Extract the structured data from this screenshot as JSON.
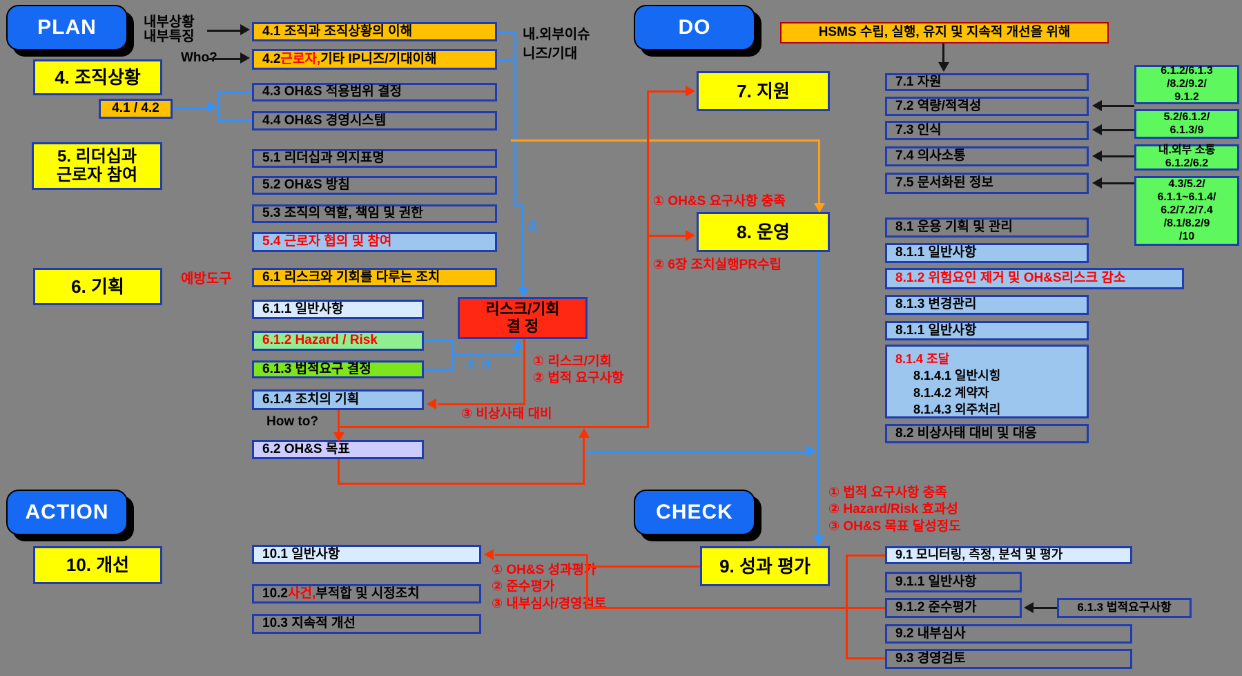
{
  "colors": {
    "background": "#828282",
    "button_blue": "#1569f2",
    "box_border_blue": "#1f3cb0",
    "yellow": "#ffff00",
    "orange": "#ffc000",
    "light_blue": "#9cc6ee",
    "pale_blue": "#d9ecff",
    "light_green": "#90ee90",
    "bright_green": "#7ee41c",
    "side_green": "#5ef75e",
    "lavender": "#ccccfe",
    "risk_red": "#ff2812",
    "line_red": "#ff3000",
    "line_blue": "#2f92ff",
    "line_orange": "#ffa018"
  },
  "titles": {
    "plan": "PLAN",
    "do": "DO",
    "action": "ACTION",
    "check": "CHECK"
  },
  "sections": {
    "s4": "4. 조직상황",
    "s5": "5. 리더십과\n근로자 참여",
    "s6": "6. 기획",
    "s7": "7. 지원",
    "s8": "8. 운영",
    "s9": "9. 성과 평가",
    "s10": "10. 개선"
  },
  "plan_items": {
    "b41": "4.1 조직과 조직상황의 이해",
    "b42": {
      "prefix": "4.2 ",
      "red": "근로자,",
      "rest": " 기타 IP니즈/기대이해"
    },
    "b41_42": "4.1 / 4.2",
    "b43": "4.3 OH&S 적용범위 결정",
    "b44": "4.4 OH&S 경영시스템",
    "b51": "5.1 리더십과 의지표명",
    "b52": "5.2 OH&S 방침",
    "b53": "5.3 조직의 역할, 책임 및 권한",
    "b54": "5.4 근로자 협의 및 참여",
    "b61": "6.1 리스크와 기회를 다루는 조치",
    "b611": "6.1.1 일반사항",
    "b612": "6.1.2 Hazard / Risk",
    "b613": "6.1.3 법적요구 결정",
    "b614": "6.1.4 조치의 기획",
    "b62": "6.2 OH&S 목표",
    "risk_box": "리스크/기회\n결 정"
  },
  "do_items": {
    "hsms": "HSMS 수립, 실행, 유지 및 지속적 개선을 위해",
    "b71": "7.1 자원",
    "b72": "7.2 역량/적격성",
    "b73": "7.3 인식",
    "b74": "7.4 의사소통",
    "b75": "7.5 문서화된 정보",
    "b81": "8.1 운용 기획 및 관리",
    "b811": "8.1.1 일반사항",
    "b812": "8.1.2 위험요인 제거 및 OH&S리스크 감소",
    "b813": "8.1.3 변경관리",
    "b811b": "8.1.1 일반사항",
    "b814": {
      "red": "8.1.4 조달",
      "lines": [
        "8.1.4.1 일반시힝",
        "8.1.4.2 계약자",
        "8.1.4.3 외주처리"
      ]
    },
    "b82": "8.2 비상사태 대비 및 대응",
    "g1": "6.1.2/6.1.3\n/8.2/9.2/\n9.1.2",
    "g2": "5.2/6.1.2/\n6.1.3/9",
    "g3": "내.외부 소통\n6.1.2/6.2",
    "g4": "4.3/5.2/\n6.1.1~6.1.4/\n6.2/7.2/7.4\n/8.1/8.2/9\n/10"
  },
  "check_items": {
    "b91": "9.1 모니터링, 측정, 분석 및 평가",
    "b911": "9.1.1 일반사항",
    "b912": "9.1.2 준수평가",
    "b92": "9.2 내부심사",
    "b93": "9.3 경영검토",
    "b613ref": "6.1.3 법적요구사항"
  },
  "action_items": {
    "b101": "10.1 일반사항",
    "b102": {
      "prefix": "10.2 ",
      "red": "사건,",
      "rest": "부적합 및 시정조치"
    },
    "b103": "10.3 지속적 개선"
  },
  "labels": {
    "naebu": "내부상황\n내부특징",
    "who": "Who?",
    "issue": "내.외부이슈",
    "needs": "니즈/기대",
    "howto": "How to?",
    "yebang": "예방도구",
    "ohs_req": "① OH&S 요구사항 충족",
    "pr": "② 6장 조치실행PR수립",
    "risk_opp": "① 리스크/기회\n② 법적 요구사항",
    "emergency": "③ 비상사태 대비",
    "check3": "① 법적 요구사항 충족\n② Hazard/Risk 효과성\n③ OH&S 목표 달성정도",
    "act3": "① OH&S 성과평가\n② 준수평가\n③ 내부심사/경영검토",
    "c1": "①",
    "c23": "② ③"
  }
}
